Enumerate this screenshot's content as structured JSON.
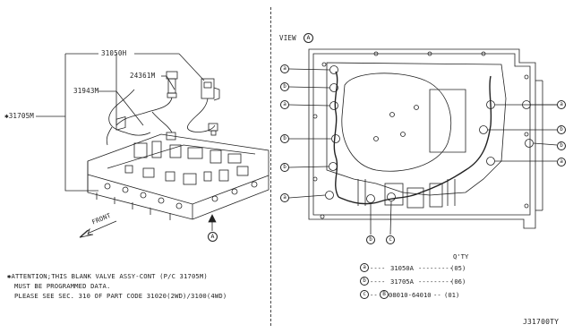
{
  "left_panel": {
    "labels": {
      "p31050H": "31050H",
      "p24361M": "24361M",
      "p31943M": "31943M",
      "p31705M": "✱31705M"
    },
    "front_label": "FRONT",
    "view_marker": "A"
  },
  "right_panel": {
    "view_title": "VIEW",
    "view_marker": "A",
    "qty_header": "Q'TY",
    "callout_letters": {
      "a": "a",
      "b": "b",
      "c": "c"
    },
    "legend": [
      {
        "letter": "a",
        "part": "31050A",
        "qty": "(05)"
      },
      {
        "letter": "b",
        "part": "31705A",
        "qty": "(06)"
      },
      {
        "letter": "c",
        "part": "08010-64010",
        "qty": "(01)"
      }
    ]
  },
  "notes": {
    "line1": "✱ATTENTION;THIS BLANK VALVE ASSY-CONT (P/C 31705M)",
    "line2": "MUST BE PROGRAMMED DATA.",
    "line3": "PLEASE SEE SEC. 310 OF PART CODE 31020(2WD)/3100(4WD)"
  },
  "diagram_code": "J31700TY"
}
